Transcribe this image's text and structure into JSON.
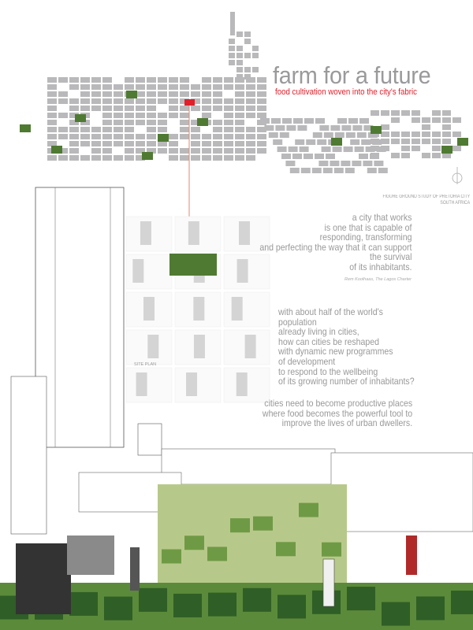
{
  "title": "farm for a future",
  "subtitle": "food cultivation woven into the city's fabric",
  "map_caption": [
    "FIGURE GROUND STUDY OF PRETORIA CITY",
    "SOUTH AFRICA"
  ],
  "quote": {
    "lines": [
      "a city that works",
      "is one that is capable of",
      "responding, transforming",
      "and perfecting the way that it can support",
      "the survival",
      "of its inhabitants."
    ],
    "attribution": "Rem Koolhaas, The Lagos Charter"
  },
  "paragraph": [
    "with about half of the world's",
    "population",
    "already living in cities,",
    "how can cities be reshaped",
    "with dynamic new programmes",
    "of development",
    "to respond to the wellbeing",
    "of its growing number of inhabitants?"
  ],
  "conclusion": [
    "cities need to become productive places",
    "where food becomes the powerful tool to",
    "improve the lives of urban dwellers."
  ],
  "site_plan_label": "SITE PLAN",
  "colors": {
    "title": "#9a9a9c",
    "accent": "#e0202a",
    "block": "#b9b9bb",
    "green": "#4f7a32",
    "text": "#999999"
  },
  "icons": [
    "north-arrow-icon"
  ]
}
